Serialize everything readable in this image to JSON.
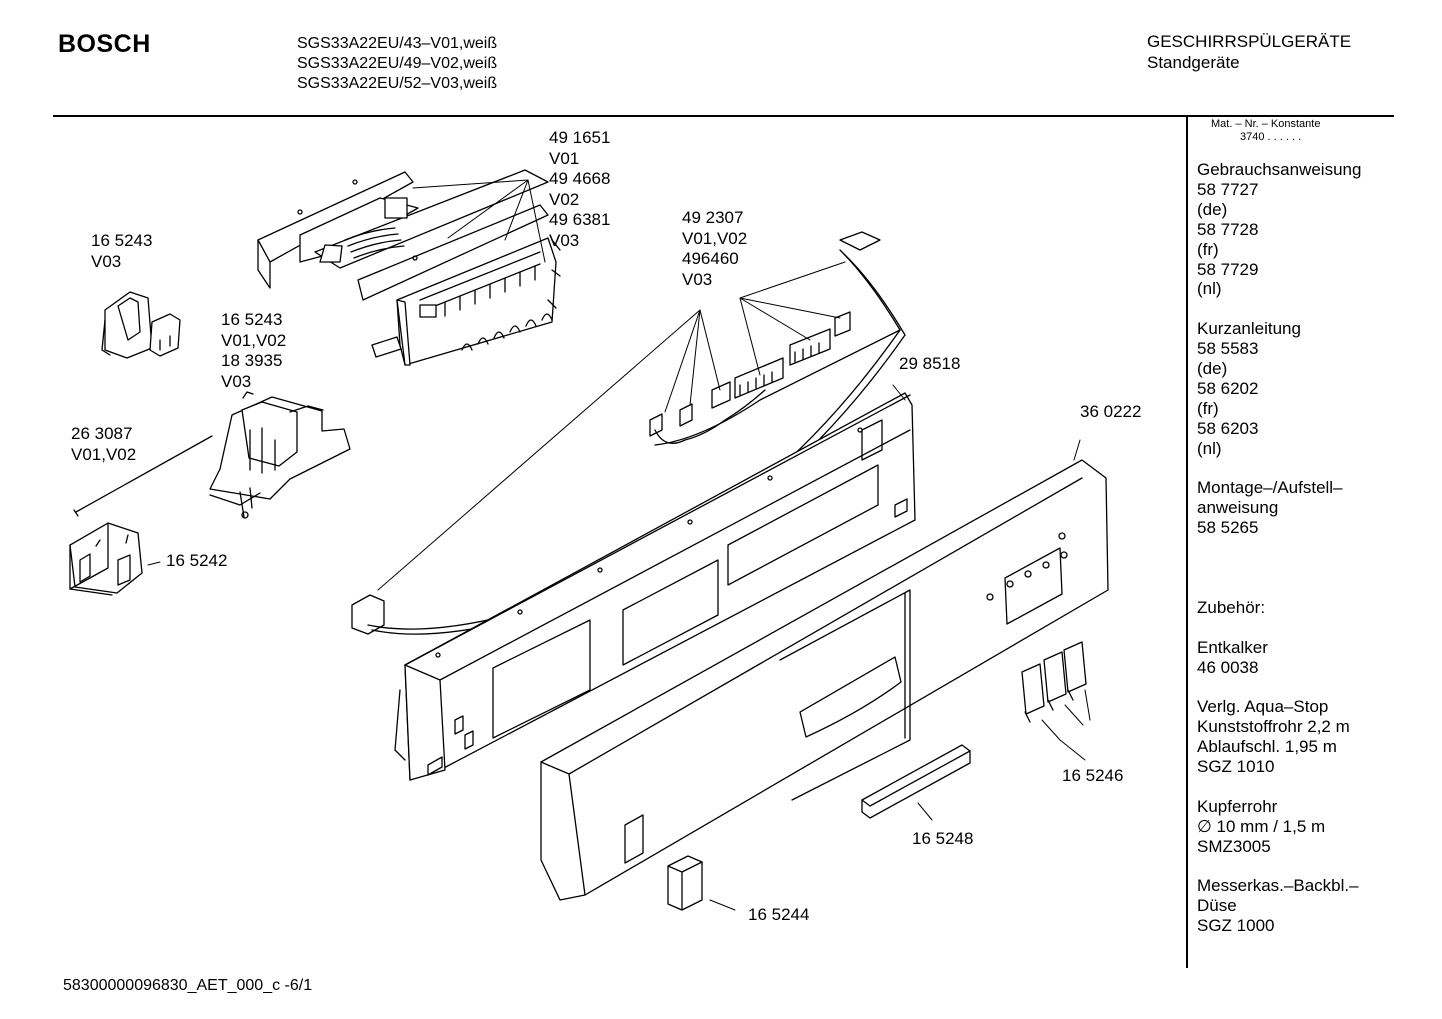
{
  "header": {
    "brand": "BOSCH",
    "models": [
      "SGS33A22EU/43–V01,weiß",
      "SGS33A22EU/49–V02,weiß",
      "SGS33A22EU/52–V03,weiß"
    ],
    "category": "GESCHIRRSPÜLGERÄTE",
    "subcategory": "Standgeräte"
  },
  "sidebar": {
    "mat_header": "Mat. – Nr. – Konstante",
    "mat_constant": "3740 . . . . . .",
    "groups": [
      [
        "Gebrauchsanweisung",
        "58 7727",
        "(de)",
        "58 7728",
        "(fr)",
        "58 7729",
        "(nl)"
      ],
      [
        "Kurzanleitung",
        "58 5583",
        "(de)",
        "58 6202",
        "(fr)",
        "58 6203",
        "(nl)"
      ],
      [
        "Montage–/Aufstell–",
        "anweisung",
        "58 5265"
      ],
      [],
      [
        "Zubehör:"
      ],
      [
        "Entkalker",
        "46 0038"
      ],
      [
        "Verlg. Aqua–Stop",
        "Kunststoffrohr 2,2 m",
        "Ablaufschl. 1,95 m",
        "SGZ 1010"
      ],
      [
        "Kupferrohr",
        "∅ 10 mm / 1,5 m",
        "SMZ3005"
      ],
      [
        "Messerkas.–Backbl.–",
        "Düse",
        "SGZ 1000"
      ]
    ]
  },
  "parts": {
    "p_491651": [
      "49 1651",
      "V01",
      "49 4668",
      "V02",
      "49 6381",
      "V03"
    ],
    "p_492307": [
      "49 2307",
      "V01,V02",
      "496460",
      "V03"
    ],
    "p_165243_v03": [
      "16 5243",
      "V03"
    ],
    "p_165243_v0102": [
      "16 5243",
      "V01,V02",
      "18 3935",
      "V03"
    ],
    "p_263087": [
      "26 3087",
      "V01,V02"
    ],
    "p_165242": [
      "16 5242"
    ],
    "p_298518": [
      "29 8518"
    ],
    "p_360222": [
      "36 0222"
    ],
    "p_165246": [
      "16 5246"
    ],
    "p_165248": [
      "16 5248"
    ],
    "p_165244": [
      "16 5244"
    ]
  },
  "footer": {
    "doc_id": "58300000096830_AET_000_c  -6/1"
  }
}
